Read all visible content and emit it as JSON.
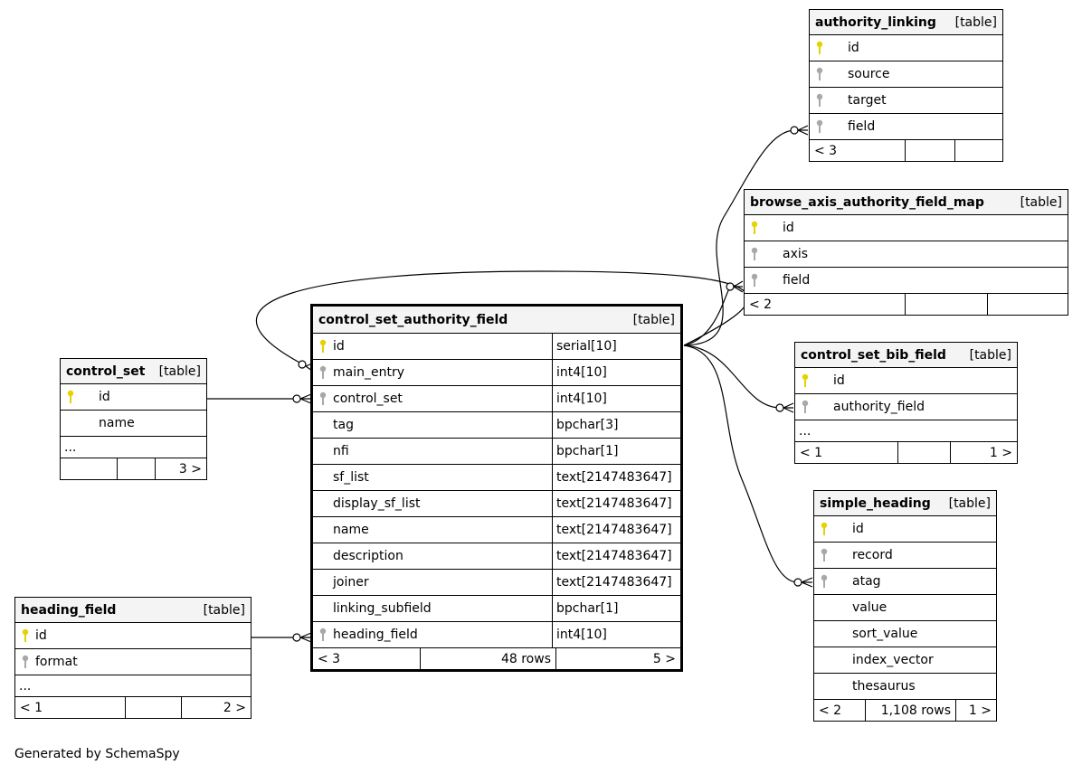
{
  "footer": "Generated by SchemaSpy",
  "tables": {
    "authority_linking": {
      "name": "authority_linking",
      "kind": "[table]",
      "columns": [
        "id",
        "source",
        "target",
        "field"
      ],
      "footer": [
        "< 3",
        "",
        ""
      ]
    },
    "browse_axis": {
      "name": "browse_axis_authority_field_map",
      "kind": "[table]",
      "columns": [
        "id",
        "axis",
        "field"
      ],
      "footer": [
        "< 2",
        "",
        ""
      ]
    },
    "control_set_bib_field": {
      "name": "control_set_bib_field",
      "kind": "[table]",
      "columns": [
        "id",
        "authority_field"
      ],
      "more": "...",
      "footer": [
        "< 1",
        "",
        "1 >"
      ]
    },
    "simple_heading": {
      "name": "simple_heading",
      "kind": "[table]",
      "columns": [
        "id",
        "record",
        "atag",
        "value",
        "sort_value",
        "index_vector",
        "thesaurus"
      ],
      "footer": [
        "< 2",
        "1,108 rows",
        "1 >"
      ]
    },
    "control_set": {
      "name": "control_set",
      "kind": "[table]",
      "columns": [
        "id",
        "name"
      ],
      "more": "...",
      "footer": [
        "",
        "",
        "3 >"
      ]
    },
    "heading_field": {
      "name": "heading_field",
      "kind": "[table]",
      "columns": [
        "id",
        "format"
      ],
      "more": "...",
      "footer": [
        "< 1",
        "",
        "2 >"
      ]
    },
    "csaf": {
      "name": "control_set_authority_field",
      "kind": "[table]",
      "columns": [
        {
          "name": "id",
          "type": "serial[10]"
        },
        {
          "name": "main_entry",
          "type": "int4[10]"
        },
        {
          "name": "control_set",
          "type": "int4[10]"
        },
        {
          "name": "tag",
          "type": "bpchar[3]"
        },
        {
          "name": "nfi",
          "type": "bpchar[1]"
        },
        {
          "name": "sf_list",
          "type": "text[2147483647]"
        },
        {
          "name": "display_sf_list",
          "type": "text[2147483647]"
        },
        {
          "name": "name",
          "type": "text[2147483647]"
        },
        {
          "name": "description",
          "type": "text[2147483647]"
        },
        {
          "name": "joiner",
          "type": "text[2147483647]"
        },
        {
          "name": "linking_subfield",
          "type": "bpchar[1]"
        },
        {
          "name": "heading_field",
          "type": "int4[10]"
        }
      ],
      "footer": [
        "< 3",
        "48 rows",
        "5 >"
      ]
    }
  },
  "colors": {
    "pk_key": "#e6d200",
    "fk_key": "#a8a8a8"
  },
  "icons": {
    "primary_key": "key-icon",
    "foreign_key": "key-icon"
  }
}
